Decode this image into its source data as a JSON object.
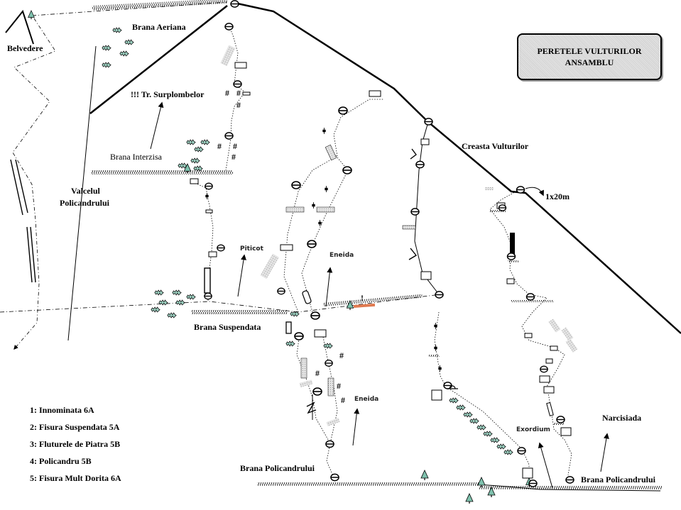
{
  "title": {
    "line1": "PERETELE VULTURILOR",
    "line2": "ANSAMBLU"
  },
  "places": {
    "belvedere": "Belvedere",
    "brana_aeriana": "Brana Aeriana",
    "tr_surplombelor": "!!! Tr. Surplombelor",
    "brana_interzisa": "Brana Interzisa",
    "valcelul_1": "Valcelul",
    "valcelul_2": "Policandrului",
    "creasta_vulturilor": "Creasta Vulturilor",
    "rappel": "1x20m",
    "brana_suspendata": "Brana Suspendata",
    "brana_policandrului_left": "Brana Policandrului",
    "brana_policandrului_right": "Brana Policandrului",
    "exclamation": "!"
  },
  "route_labels": {
    "piticot": "Piticot",
    "eneida_upper": "Eneida",
    "eneida_lower": "Eneida",
    "exordium": "Exordium",
    "narcisiada": "Narcisiada"
  },
  "legend": [
    "1: Innominata 6A",
    "2: Fisura Suspendata 5A",
    "3: Fluturele de Piatra 5B",
    "4: Policandru 5B",
    "5: Fisura Mult Dorita 6A"
  ],
  "colors": {
    "line": "#000000",
    "vegetation": "#9ccfc0",
    "tree": "#7fc2ae",
    "slab": "#c8c8c8",
    "highlight_ledge": "#e07a50",
    "title_bg": "#dcdcdc"
  }
}
